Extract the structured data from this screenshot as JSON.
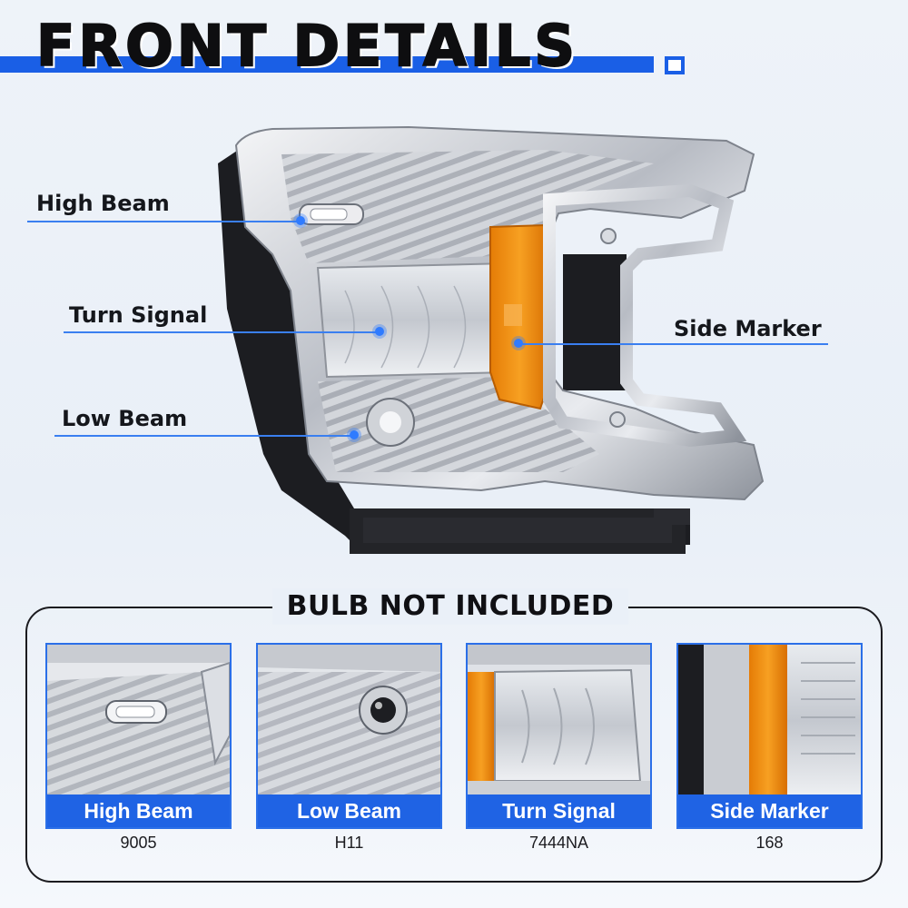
{
  "header": {
    "title": "FRONT DETAILS"
  },
  "callouts": [
    {
      "label": "High Beam"
    },
    {
      "label": "Turn Signal"
    },
    {
      "label": "Side Marker"
    },
    {
      "label": "Low Beam"
    }
  ],
  "panel": {
    "title": "BULB NOT INCLUDED",
    "cards": [
      {
        "label": "High Beam",
        "code": "9005"
      },
      {
        "label": "Low Beam",
        "code": "H11"
      },
      {
        "label": "Turn Signal",
        "code": "7444NA"
      },
      {
        "label": "Side Marker",
        "code": "168"
      }
    ]
  },
  "colors": {
    "accent": "#1a5fe6",
    "amber": "#f08a10",
    "chrome": "#c9ccd2",
    "housing": "#1c1d21"
  },
  "icons": [
    "beam-point-icon"
  ]
}
